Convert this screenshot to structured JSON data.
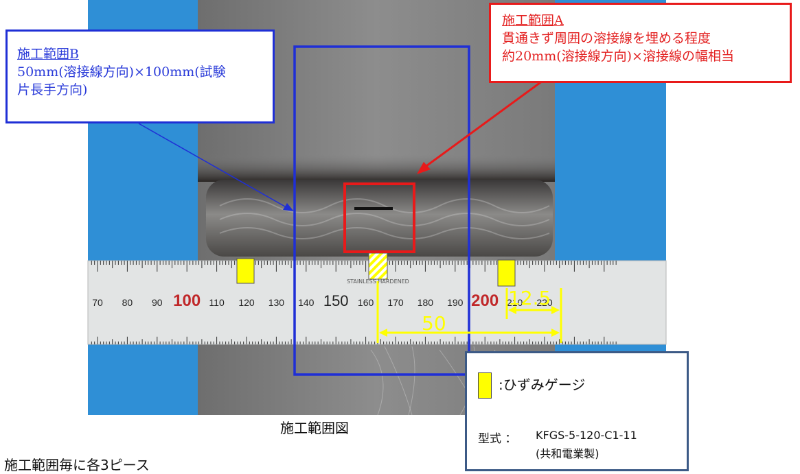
{
  "callout_b": {
    "heading": "施工範囲B",
    "line1": "50mm(溶接線方向)×100mm(試験",
    "line2": "片長手方向)"
  },
  "callout_a": {
    "heading": "施工範囲A",
    "line1": "貫通きず周囲の溶接線を埋める程度",
    "line2": "約20mm(溶接線方向)×溶接線の幅相当"
  },
  "ruler": {
    "labels": [
      "70",
      "80",
      "90",
      "100",
      "110",
      "120",
      "130",
      "140",
      "150",
      "160",
      "170",
      "180",
      "190",
      "200",
      "210",
      "220"
    ],
    "imprint": "STAINLESS    HARDENED"
  },
  "dimensions": {
    "d1": "12.5",
    "d2": "50"
  },
  "caption": "施工範囲図",
  "legend": {
    "gauge_label": ":ひずみゲージ",
    "model_head": "型式 ：",
    "model_value": "KFGS-5-120-C1-11",
    "maker": "(共和電業製)"
  },
  "bottom_note": "施工範囲毎に各3ピース",
  "colors": {
    "range_a": "#e81a1a",
    "range_b": "#1f2fd6",
    "strain_gauge": "#ffff00",
    "background": "#2f8fd6"
  }
}
